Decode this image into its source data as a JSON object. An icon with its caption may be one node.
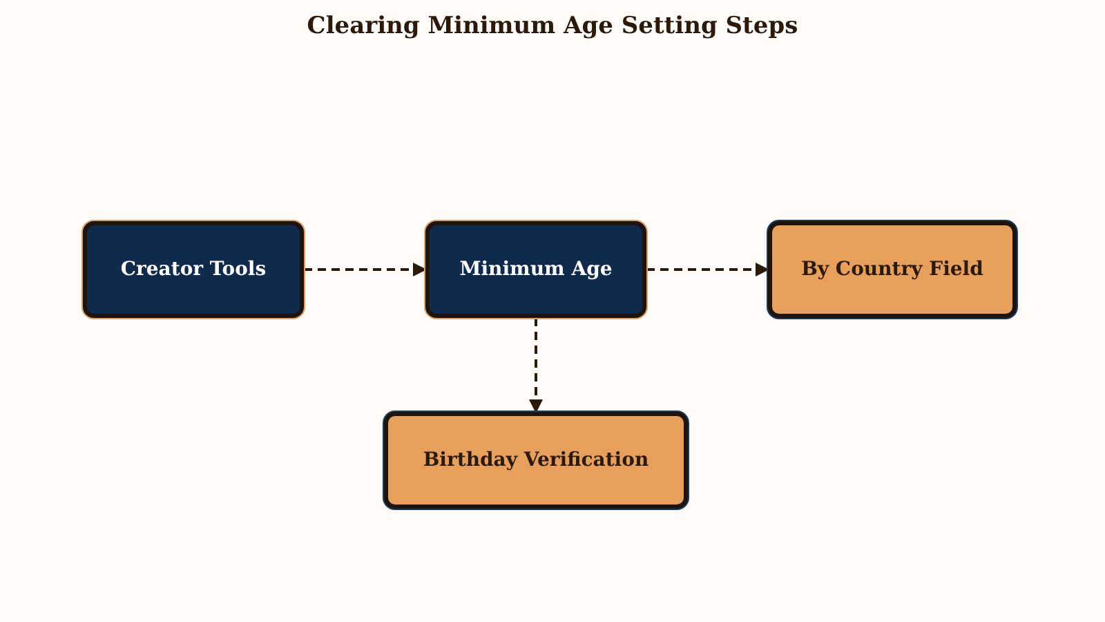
{
  "diagram": {
    "title": "Clearing Minimum Age Setting Steps",
    "nodes": [
      {
        "text": [
          "Creator Tools"
        ]
      },
      {
        "text": [
          "Minimum Age"
        ]
      },
      {
        "text": [
          "By Country Field"
        ]
      },
      {
        "text": [
          "Birthday Verification"
        ]
      }
    ],
    "edges": [
      {
        "from": 0,
        "to": 1,
        "arrow": "to",
        "style": "dashed"
      },
      {
        "from": 1,
        "to": 2,
        "arrow": "to",
        "style": "dashed"
      },
      {
        "from": 1,
        "to": 3,
        "arrow": "to",
        "style": "dashed"
      }
    ]
  }
}
